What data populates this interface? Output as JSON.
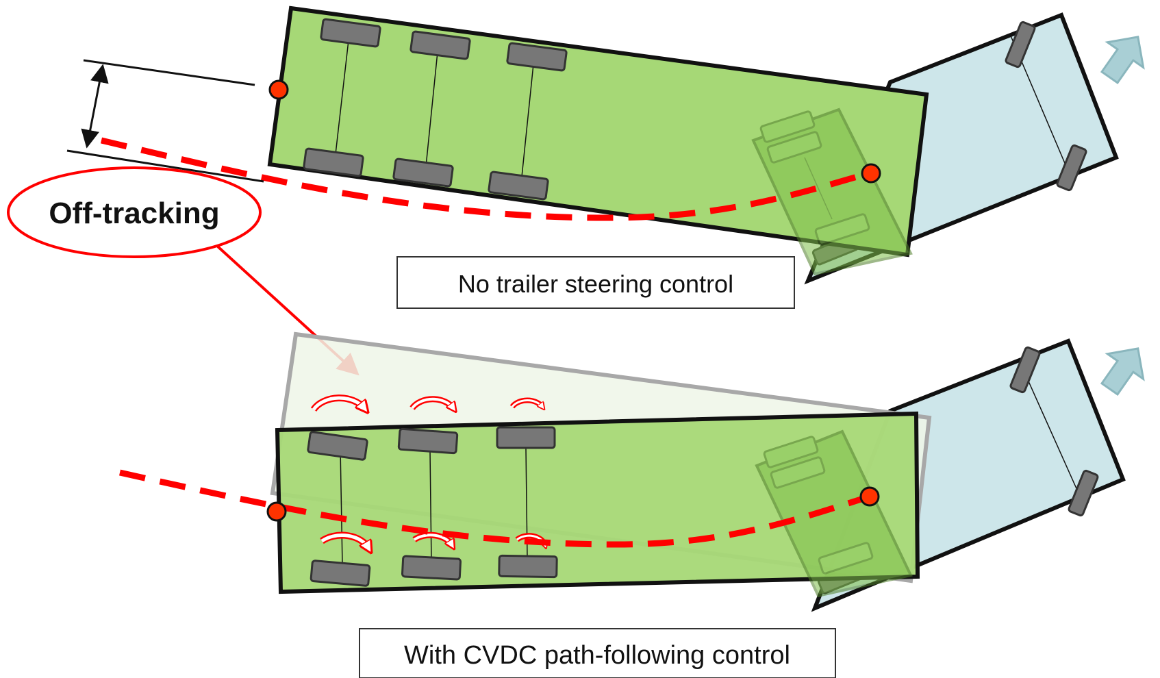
{
  "labels": {
    "off_tracking": "Off-tracking",
    "no_control": "No trailer steering control",
    "with_control": "With CVDC path-following control"
  },
  "colors": {
    "trailer_fill": "#a6d876",
    "tractor_fill": "#cde6ea",
    "ghost_fill": "#eef6e8",
    "ghost_stroke": "#a8a8a8",
    "wheel": "#777777",
    "path_red": "#ff0000",
    "arrow_teal": "#a9cfd5",
    "outline": "#111111"
  },
  "icons": [
    "direction-arrow-icon",
    "steering-rotation-icon",
    "hitch-point-icon"
  ]
}
